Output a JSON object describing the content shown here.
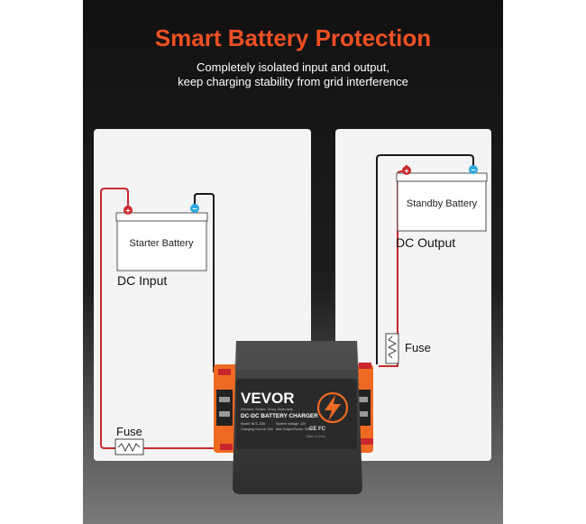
{
  "header": {
    "title": "Smart Battery Protection",
    "subtitle_line1": "Completely isolated input and output,",
    "subtitle_line2": "keep charging stability from grid interference"
  },
  "left_panel": {
    "battery_label": "Starter Battery",
    "section_label": "DC Input",
    "fuse_label": "Fuse"
  },
  "right_panel": {
    "battery_label": "Standby Battery",
    "section_label": "DC Output",
    "fuse_label": "Fuse"
  },
  "device": {
    "brand": "VEVOR",
    "brand_tagline": "Affordable. Reliable. Strong. Dependable.",
    "product_name": "DC-DC BATTERY CHARGER",
    "spec_line1": "Model: BCC-30A",
    "spec_line2": "Charging Current: 30A",
    "spec_line3": "System Voltage: 12V",
    "spec_line4": "Max Output Power: 390W",
    "cert_marks": "CE FC",
    "footer_text": "Made in China",
    "lightning_icon": "lightning-bolt-icon"
  },
  "terminals": {
    "positive": "+",
    "negative": "−"
  },
  "colors": {
    "background_dark": "#121212",
    "panel": "#f4f4f4",
    "title_orange": "#ef5024",
    "wire_red": "#c8282c",
    "wire_black": "#1a1a1a",
    "device_body": "#3c3c3c",
    "accent_orange": "#ee6a23",
    "negative_blue": "#2fa8dd"
  }
}
